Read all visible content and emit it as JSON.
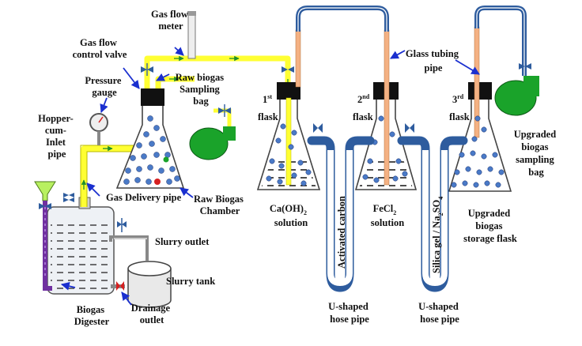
{
  "labels": {
    "gas_flow_meter": [
      "Gas flow",
      "meter"
    ],
    "gas_flow_control_valve": [
      "Gas flow",
      "control valve"
    ],
    "pressure_gauge": [
      "Pressure",
      "gauge"
    ],
    "hopper_inlet": [
      "Hopper-",
      "cum-",
      "Inlet",
      "pipe"
    ],
    "raw_biogas_sampling_bag": [
      "Raw biogas",
      "Sampling",
      "bag"
    ],
    "gas_delivery_pipe": "Gas Delivery pipe",
    "raw_biogas_chamber": [
      "Raw Biogas",
      "Chamber"
    ],
    "slurry_outlet": "Slurry outlet",
    "slurry_tank": "Slurry tank",
    "biogas_digester": [
      "Biogas",
      "Digester"
    ],
    "drainage_outlet": [
      "Drainage",
      "outlet"
    ],
    "flask1": {
      "num": "1",
      "sup": "st",
      "word": "flask"
    },
    "flask2": {
      "num": "2",
      "sup": "nd",
      "word": "flask"
    },
    "flask3": {
      "num": "3",
      "sup": "rd",
      "word": "flask"
    },
    "caoh2_solution": {
      "main": "Ca(OH)",
      "sub": "2",
      "word": "solution"
    },
    "fecl2_solution": {
      "main": "FeCl",
      "sub": "2",
      "word": "solution"
    },
    "activated_carbon": "Activated carbon",
    "silica_gel": {
      "pre": "Silica gel / Na",
      "sub1": "2",
      "mid": "SO",
      "sub2": "4"
    },
    "u_hose_1": [
      "U-shaped",
      "hose pipe"
    ],
    "u_hose_2": [
      "U-shaped",
      "hose pipe"
    ],
    "glass_tubing_pipe": [
      "Glass tubing",
      "pipe"
    ],
    "upgraded_bag": [
      "Upgraded",
      "biogas",
      "sampling",
      "bag"
    ],
    "upgraded_flask": [
      "Upgraded",
      "biogas",
      "storage flask"
    ]
  },
  "colors": {
    "gas_pipe": "#ffff33",
    "bag": "#1aa32a",
    "hose": "#2e5c9e",
    "glass_tube": "#f4b183",
    "bubble": "#4a7ac7",
    "stopper": "#111111",
    "arrow": "#1a2fcf",
    "inlet_pipe": "#7030a0",
    "funnel": "#b8f060"
  }
}
